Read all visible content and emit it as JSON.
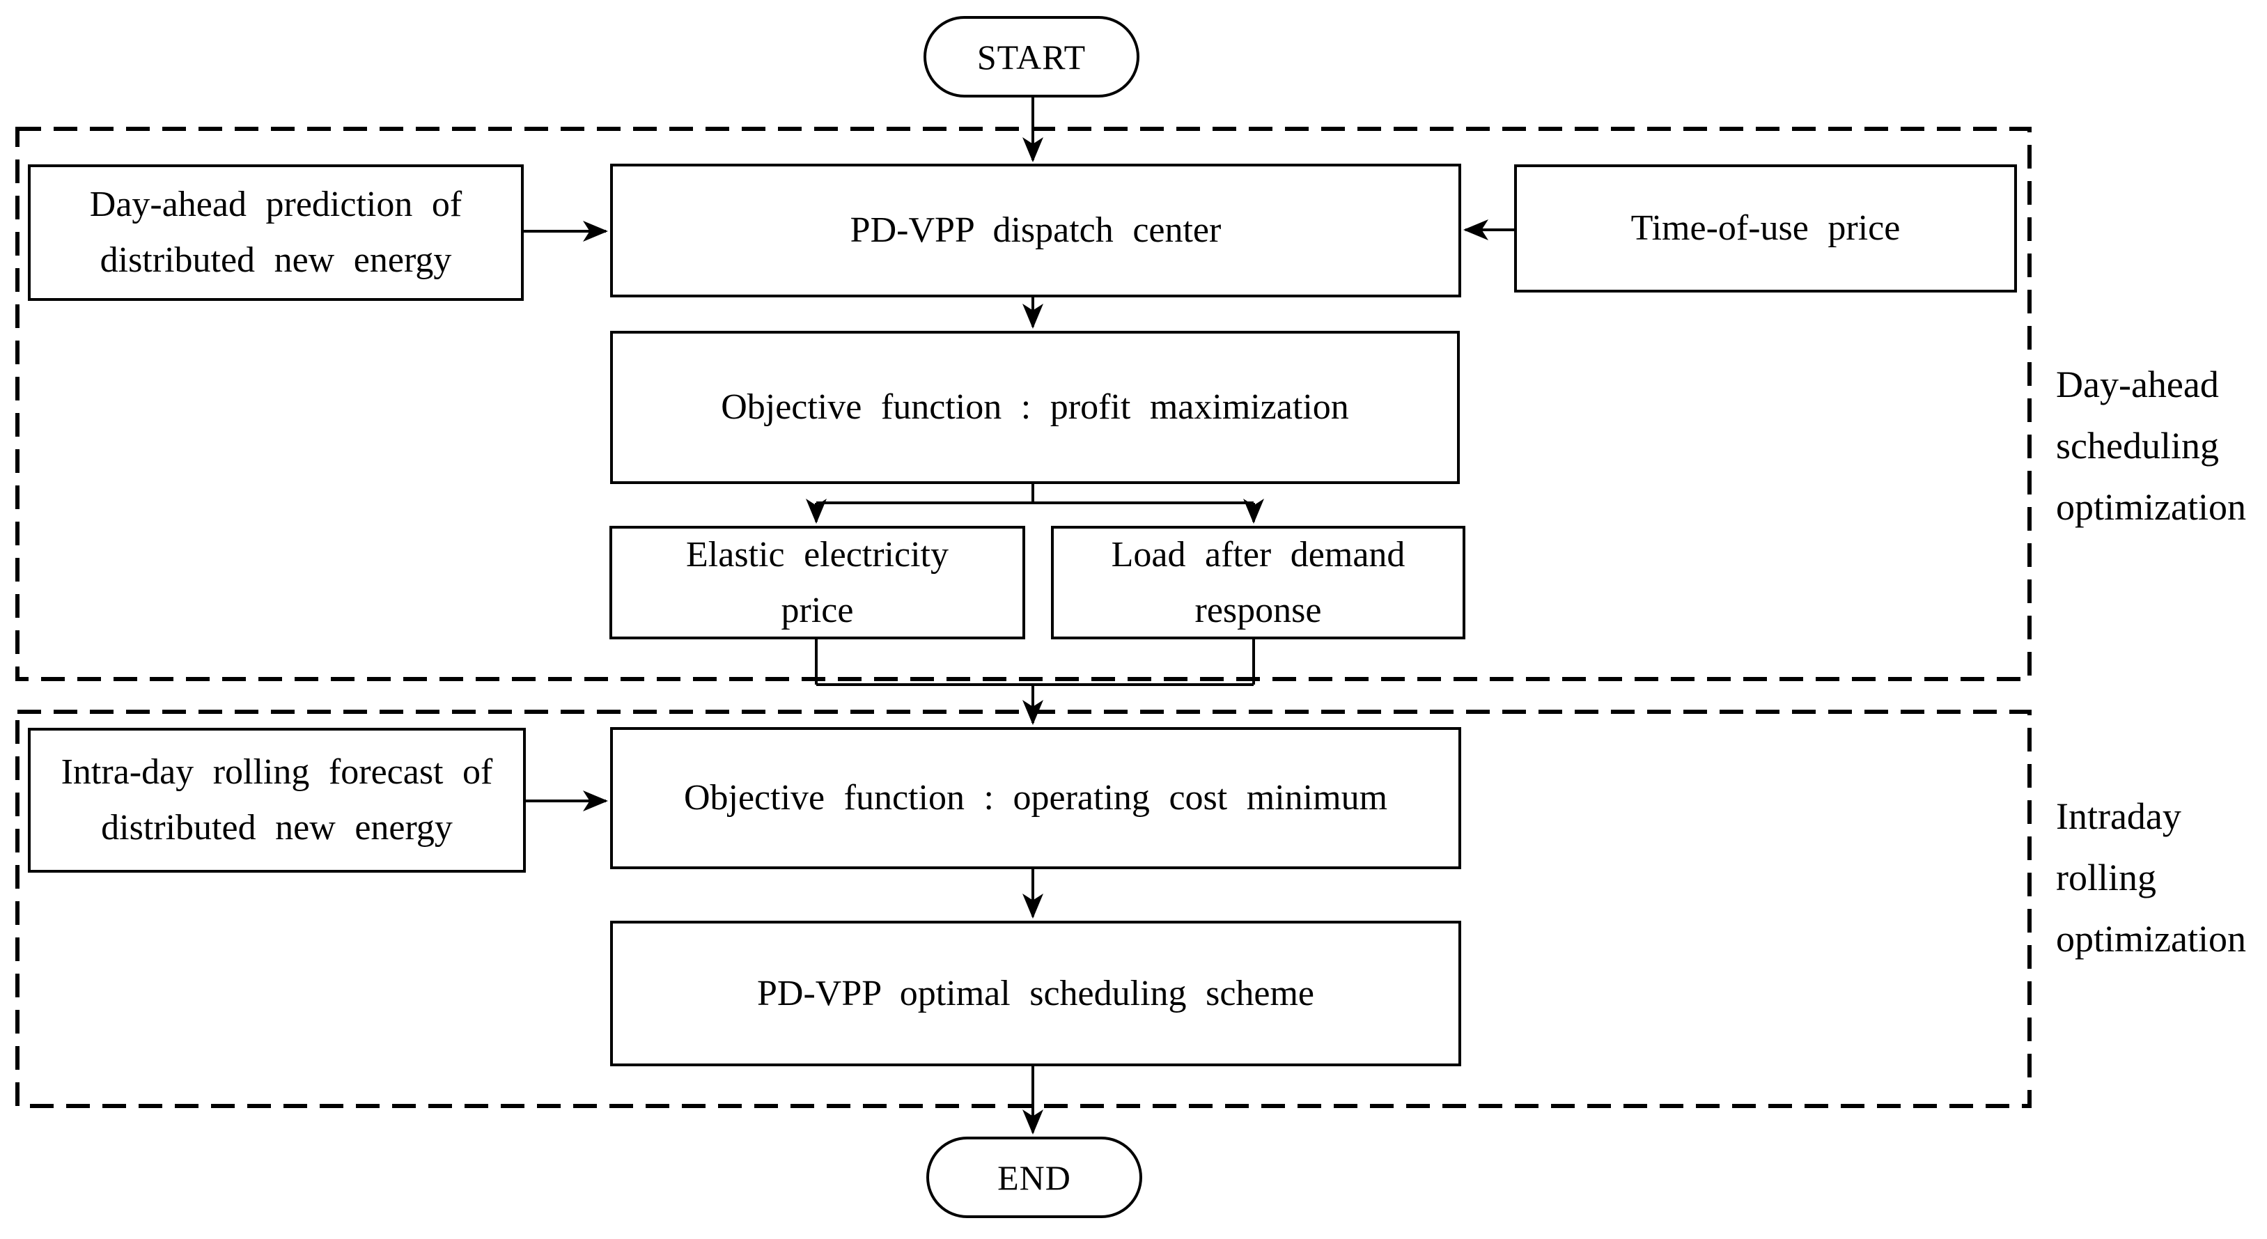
{
  "diagram": {
    "start_label": "START",
    "end_label": "END",
    "regions": [
      {
        "label": "Day-ahead\nscheduling\noptimization"
      },
      {
        "label": "Intraday\nrolling\noptimization"
      }
    ],
    "nodes": {
      "day_ahead_prediction": "Day-ahead prediction of\ndistributed new energy",
      "dispatch_center": "PD-VPP dispatch center",
      "time_of_use_price": "Time-of-use price",
      "objective_profit": "Objective function : profit maximization",
      "elastic_price": "Elastic electricity\nprice",
      "load_after_demand_response": "Load after demand\nresponse",
      "intraday_forecast": "Intra-day rolling forecast of\ndistributed new energy",
      "objective_cost": "Objective function : operating cost minimum",
      "optimal_scheme": "PD-VPP optimal scheduling scheme"
    },
    "colors": {
      "line": "#000000",
      "text": "#000000",
      "background": "#ffffff"
    }
  }
}
